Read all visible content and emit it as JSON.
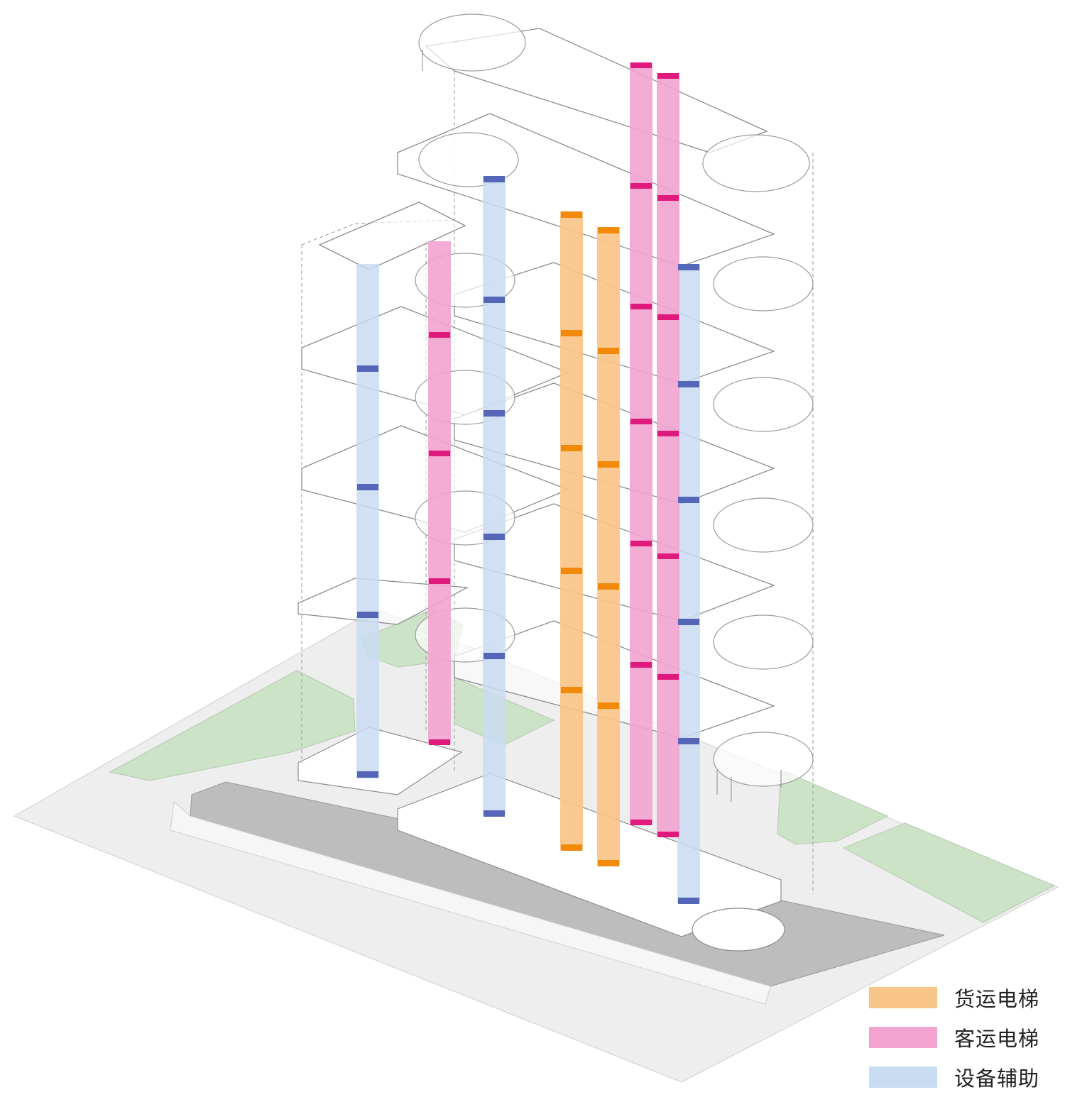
{
  "legend": {
    "items": [
      {
        "key": "freight",
        "label": "货运电梯",
        "color": "#f8c488"
      },
      {
        "key": "passenger",
        "label": "客运电梯",
        "color": "#f2a3cf"
      },
      {
        "key": "equipment",
        "label": "设备辅助",
        "color": "#c9dcf1"
      }
    ]
  },
  "colors": {
    "freight_stop": "#f08a08",
    "passenger_stop": "#e0197d",
    "equipment_stop": "#5566b8",
    "green_area": "#cde3c7",
    "road": "#bdbdbd",
    "pavement": "#eeeeee",
    "linework": "#8c8c8c"
  }
}
